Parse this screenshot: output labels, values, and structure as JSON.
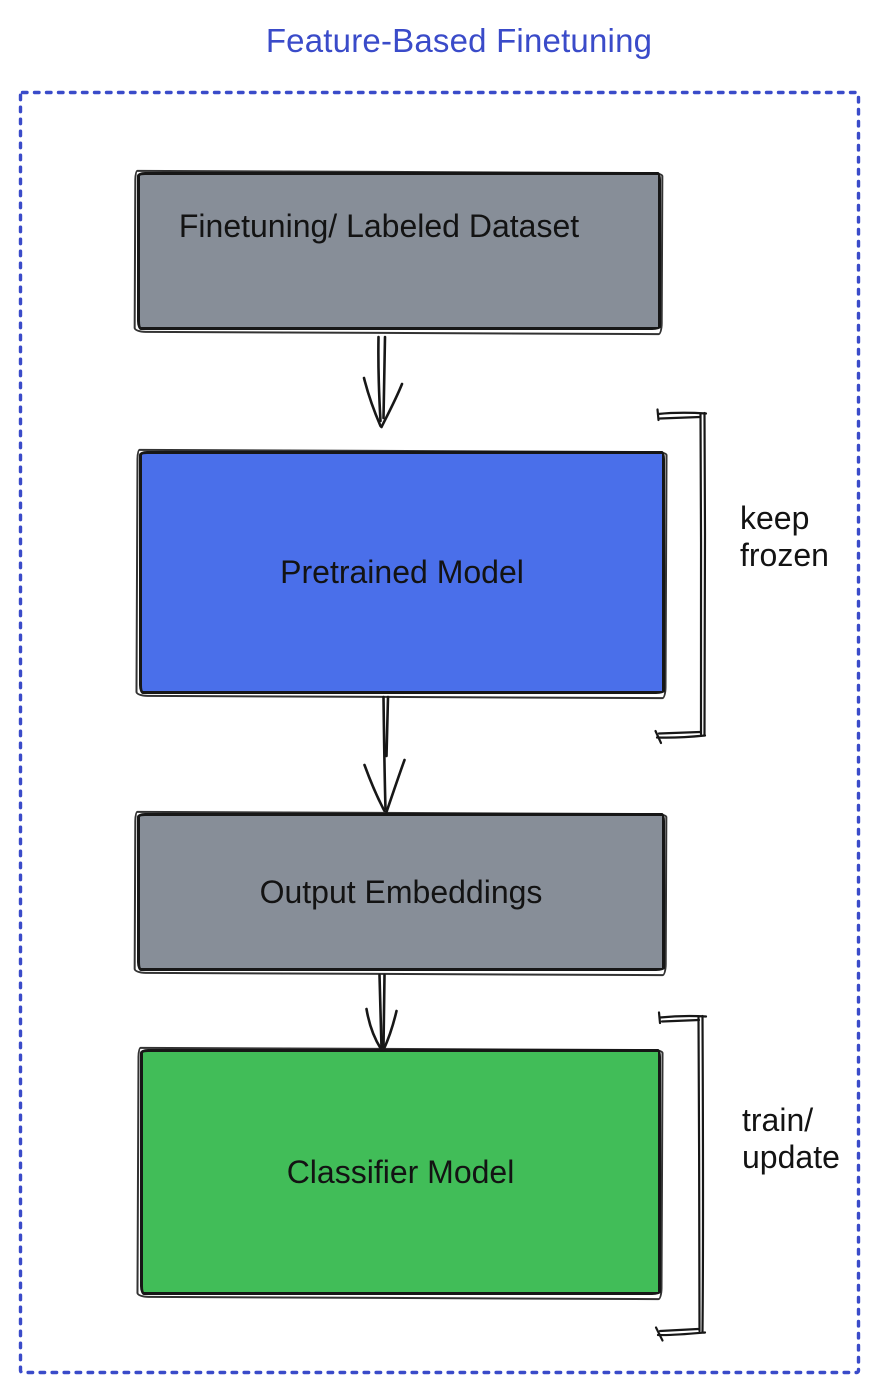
{
  "title": "Feature-Based Finetuning",
  "colors": {
    "title_blue": "#3a4bc9",
    "dashed_border_blue": "#3a4bc9",
    "node_gray": "#878e98",
    "node_blue": "#4a6fea",
    "node_green": "#41bd58",
    "ink": "#171717"
  },
  "nodes": [
    {
      "id": "finetuning-dataset",
      "label": "Finetuning/ Labeled Dataset",
      "fill": "gray"
    },
    {
      "id": "pretrained-model",
      "label": "Pretrained Model",
      "fill": "blue"
    },
    {
      "id": "output-embeddings",
      "label": "Output Embeddings",
      "fill": "gray"
    },
    {
      "id": "classifier-model",
      "label": "Classifier Model",
      "fill": "green"
    }
  ],
  "arrows": [
    {
      "from": "finetuning-dataset",
      "to": "pretrained-model"
    },
    {
      "from": "pretrained-model",
      "to": "output-embeddings"
    },
    {
      "from": "output-embeddings",
      "to": "classifier-model"
    }
  ],
  "annotations": [
    {
      "target": "pretrained-model",
      "line1": "keep",
      "line2": "frozen"
    },
    {
      "target": "classifier-model",
      "line1": "train/",
      "line2": "update"
    }
  ]
}
